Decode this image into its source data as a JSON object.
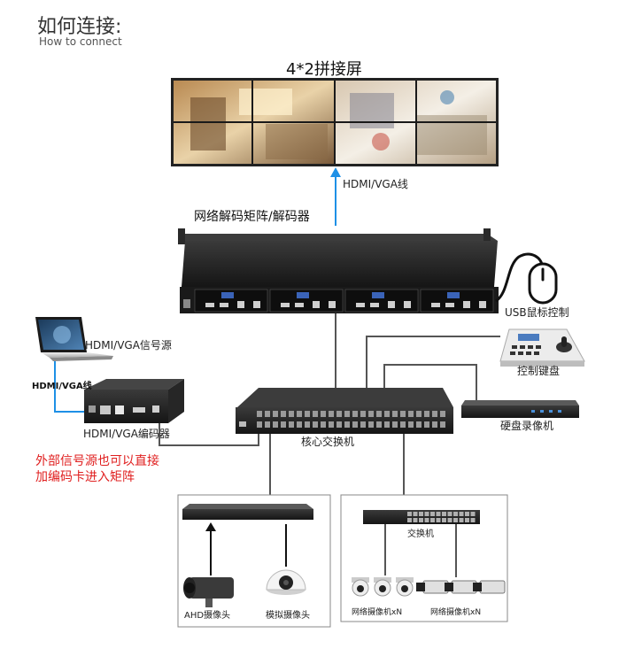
{
  "header": {
    "title": "如何连接:",
    "subtitle": "How to connect"
  },
  "labels": {
    "video_wall": "4*2拼接屏",
    "hdmi_vga_line_up": "HDMI/VGA线",
    "decoder": "网络解码矩阵/解码器",
    "usb_mouse": "USB鼠标控制",
    "laptop_source": "HDMI/VGA信号源",
    "hdmi_vga_line_left": "HDMI/VGA线",
    "encoder": "HDMI/VGA编码器",
    "control_keyboard": "控制键盘",
    "nvr": "硬盘录像机",
    "core_switch": "核心交换机",
    "note_line1": "外部信号源也可以直接",
    "note_line2": "加编码卡进入矩阵",
    "ahd_camera": "AHD摄像头",
    "analog_camera": "模拟摄像头",
    "switch_small": "交换机",
    "network_camera_dome": "网络摄像机xN",
    "network_camera_box": "网络摄像机xN"
  },
  "colors": {
    "accent_blue": "#1e90e6",
    "note_red": "#e02020",
    "device_dark": "#2b2b2b",
    "line_gray": "#555555"
  },
  "icons": {
    "video_wall": "video-wall-icon",
    "decoder": "decoder-rack-icon",
    "mouse": "mouse-icon",
    "laptop": "laptop-icon",
    "encoder": "encoder-box-icon",
    "keyboard": "control-keyboard-icon",
    "nvr": "nvr-icon",
    "switch": "switch-icon",
    "camera": "camera-icon"
  }
}
